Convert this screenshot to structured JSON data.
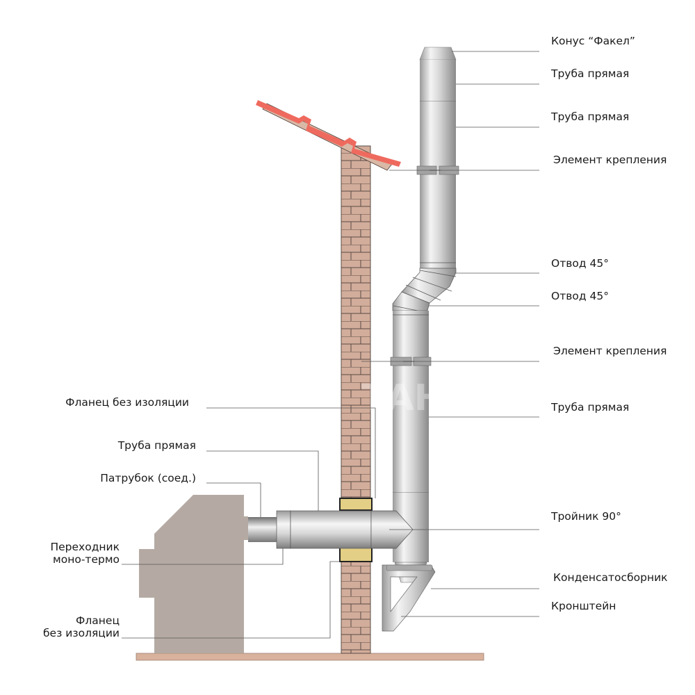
{
  "diagram": {
    "type": "chimney-installation-scheme",
    "watermark": "ДЫМОХОД ТИТАН",
    "colors": {
      "roof_tile": "#ef6a5e",
      "roof_board": "#d9b8a6",
      "brick": "#d2ad9b",
      "brick_mortar": "#5a4a44",
      "insulation": "#e3cf85",
      "stove": "#b5aaa3",
      "floor": "#d8b29c",
      "steel_light": "#f2f2f2",
      "steel_dark": "#8c8c8c",
      "leader_line": "#555555"
    },
    "labels_right": [
      {
        "id": "cone",
        "text": "Конус “Факел”"
      },
      {
        "id": "pipe-1",
        "text": "Труба прямая"
      },
      {
        "id": "pipe-2",
        "text": "Труба прямая"
      },
      {
        "id": "clamp-1",
        "text": "Элемент крепления"
      },
      {
        "id": "elbow-1",
        "text": "Отвод 45°"
      },
      {
        "id": "elbow-2",
        "text": "Отвод 45°"
      },
      {
        "id": "clamp-2",
        "text": "Элемент крепления"
      },
      {
        "id": "pipe-3",
        "text": "Труба прямая"
      },
      {
        "id": "tee",
        "text": "Тройник 90°"
      },
      {
        "id": "condensate",
        "text": "Конденсатосборник"
      },
      {
        "id": "bracket",
        "text": "Кронштейн"
      }
    ],
    "labels_left": [
      {
        "id": "flange-top",
        "text": "Фланец без изоляции"
      },
      {
        "id": "pipe-horizontal",
        "text": "Труба прямая"
      },
      {
        "id": "nozzle",
        "text": "Патрубок (соед.)"
      },
      {
        "id": "adapter",
        "text": "Переходник\nмоно-термо"
      },
      {
        "id": "flange-bottom",
        "text": "Фланец\nбез изоляции"
      }
    ]
  }
}
